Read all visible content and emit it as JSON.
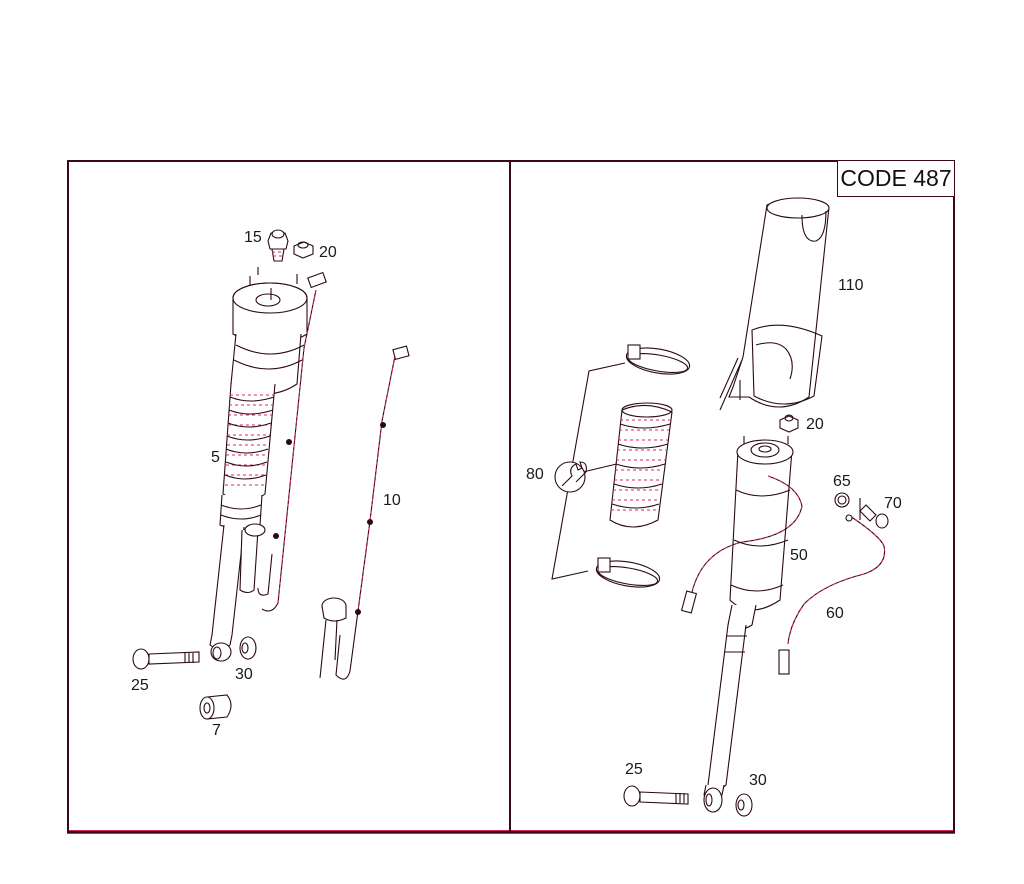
{
  "diagram": {
    "title_box": "CODE 487",
    "colors": {
      "frame": "#3a0a14",
      "line": "#2a0a12",
      "accent_dash": "#e0245e",
      "background": "#ffffff"
    },
    "left_panel": {
      "callouts": [
        {
          "id": "15",
          "label": "15",
          "part": "valve"
        },
        {
          "id": "20",
          "label": "20",
          "part": "nut"
        },
        {
          "id": "5",
          "label": "5",
          "part": "air strut"
        },
        {
          "id": "10",
          "label": "10",
          "part": "cable / line"
        },
        {
          "id": "25",
          "label": "25",
          "part": "bolt"
        },
        {
          "id": "30",
          "label": "30",
          "part": "nut"
        },
        {
          "id": "7",
          "label": "7",
          "part": "bushing"
        }
      ]
    },
    "right_panel": {
      "callouts": [
        {
          "id": "110",
          "label": "110",
          "part": "cover"
        },
        {
          "id": "20",
          "label": "20",
          "part": "nut"
        },
        {
          "id": "80",
          "label": "80",
          "part": "bellows repair kit"
        },
        {
          "id": "65",
          "label": "65",
          "part": "seal ring"
        },
        {
          "id": "70",
          "label": "70",
          "part": "screw"
        },
        {
          "id": "50",
          "label": "50",
          "part": "air strut"
        },
        {
          "id": "60",
          "label": "60",
          "part": "line"
        },
        {
          "id": "25",
          "label": "25",
          "part": "bolt"
        },
        {
          "id": "30",
          "label": "30",
          "part": "nut"
        }
      ]
    }
  }
}
